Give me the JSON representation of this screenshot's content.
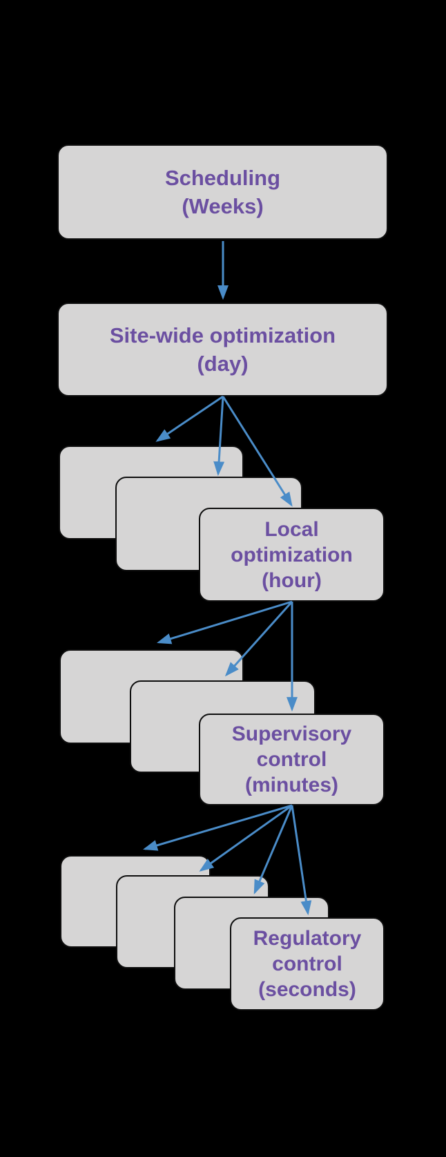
{
  "colors": {
    "background": "#000000",
    "box-fill": "#d6d5d5",
    "box-border": "#0e0e0e",
    "text-color": "#6b4fa1",
    "arrow-color": "#4a8cc8"
  },
  "diagram": {
    "type": "flowchart",
    "description": "Hierarchy of plant control/optimization layers by time scale, top-down with fan-out arrows to stacks of unit cards",
    "nodes": {
      "scheduling": {
        "lines": [
          "Scheduling",
          "(Weeks)"
        ]
      },
      "sitewide": {
        "lines": [
          "Site-wide optimization",
          "(day)"
        ]
      },
      "local": {
        "lines": [
          "Local",
          "optimization",
          "(hour)"
        ]
      },
      "supervisory": {
        "lines": [
          "Supervisory",
          "control",
          "(minutes)"
        ]
      },
      "regulatory": {
        "lines": [
          "Regulatory",
          "control",
          "(seconds)"
        ]
      }
    },
    "stacks": {
      "local": {
        "total_cards": 3,
        "unlabeled_cards": 2
      },
      "supervisory": {
        "total_cards": 3,
        "unlabeled_cards": 2
      },
      "regulatory": {
        "total_cards": 4,
        "unlabeled_cards": 3
      }
    },
    "edges": [
      {
        "from": "scheduling",
        "to": "sitewide",
        "arrows": 1
      },
      {
        "from": "sitewide",
        "to": "local-stack",
        "arrows": 3
      },
      {
        "from": "local",
        "to": "supervisory-stack",
        "arrows": 3
      },
      {
        "from": "supervisory",
        "to": "regulatory-stack",
        "arrows": 4
      }
    ]
  }
}
